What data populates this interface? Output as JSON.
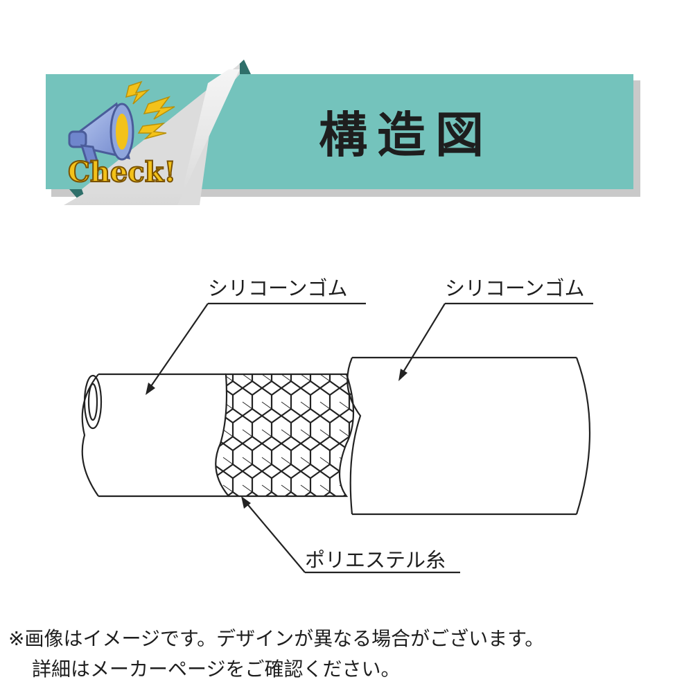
{
  "banner": {
    "badge_text": "Check!",
    "title": "構造図",
    "colors": {
      "band": "#74c3bc",
      "band_shadow": "#2f6f6a",
      "bolt": "#f3c21a",
      "megaphone": "#8fa6dd"
    },
    "icons": [
      "megaphone-icon",
      "lightning-bolt-icon"
    ]
  },
  "diagram": {
    "labels": {
      "silicone_left": "シリコーンゴム",
      "silicone_right": "シリコーンゴム",
      "polyester": "ポリエステル糸"
    }
  },
  "notice": {
    "line1": "※画像はイメージです。デザインが異なる場合がございます。",
    "line2": "詳細はメーカーページをご確認ください。"
  }
}
